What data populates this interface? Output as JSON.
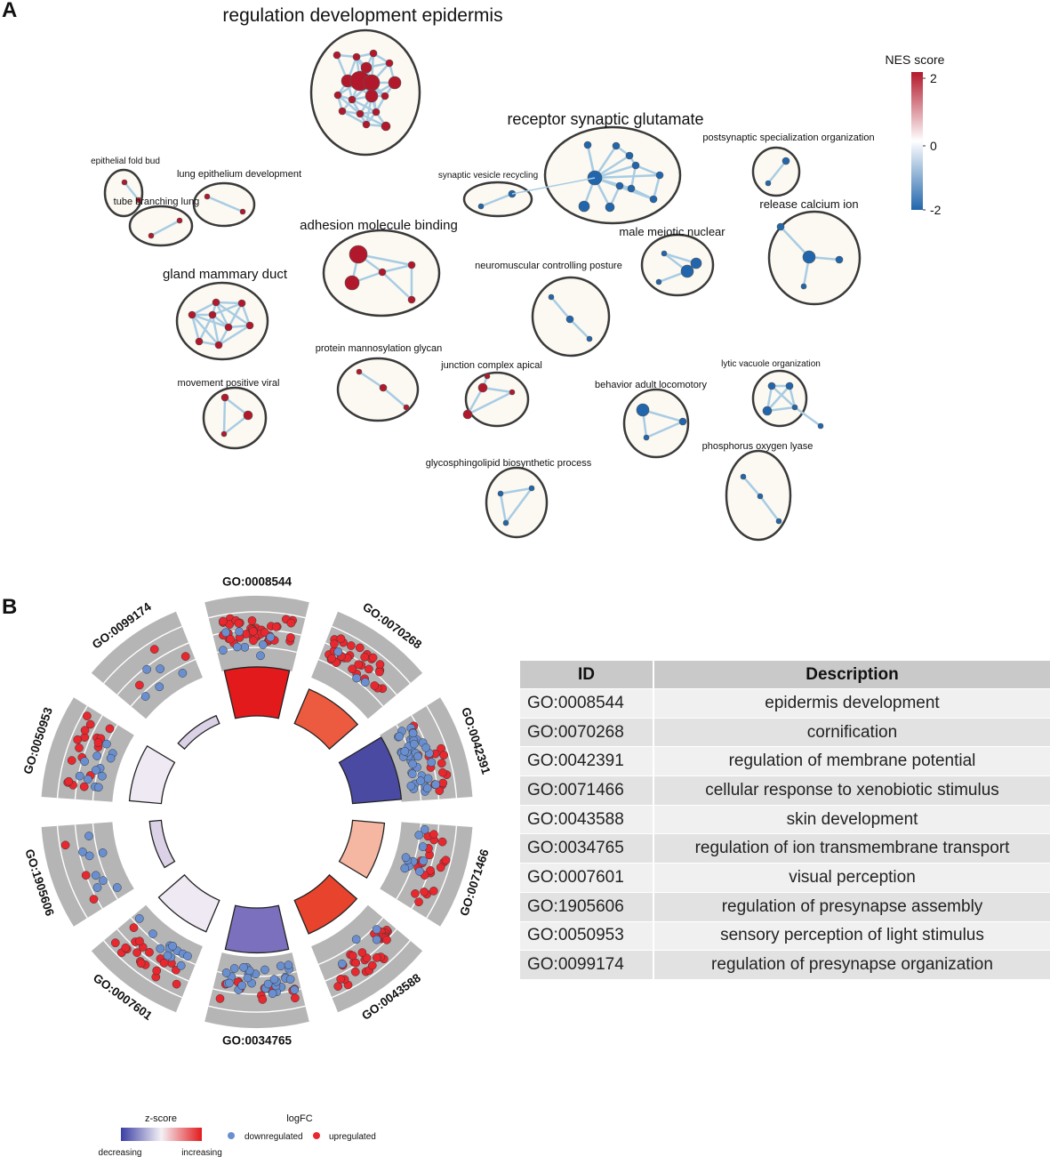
{
  "panel_a": {
    "letter": "A",
    "legend": {
      "title": "NES score",
      "ticks": [
        "2",
        "0",
        "-2"
      ],
      "colors": {
        "high": "#b2182b",
        "mid": "#ffffff",
        "low": "#2166ac"
      }
    },
    "clusters": [
      {
        "label": "regulation development epidermis",
        "kind": "up",
        "size": "large"
      },
      {
        "label": "receptor synaptic glutamate",
        "kind": "down",
        "size": "large"
      },
      {
        "label": "postsynaptic specialization organization",
        "kind": "down",
        "size": "tiny"
      },
      {
        "label": "epithelial fold bud",
        "kind": "up",
        "size": "tiny"
      },
      {
        "label": "lung epithelium development",
        "kind": "up",
        "size": "tiny"
      },
      {
        "label": "tube branching lung",
        "kind": "up",
        "size": "tiny"
      },
      {
        "label": "synaptic vesicle recycling",
        "kind": "down",
        "size": "tiny"
      },
      {
        "label": "release calcium ion",
        "kind": "down",
        "size": "small"
      },
      {
        "label": "adhesion molecule binding",
        "kind": "up",
        "size": "medium"
      },
      {
        "label": "male meiotic nuclear",
        "kind": "down",
        "size": "small"
      },
      {
        "label": "neuromuscular controlling posture",
        "kind": "down",
        "size": "tiny"
      },
      {
        "label": "gland mammary duct",
        "kind": "up",
        "size": "medium"
      },
      {
        "label": "protein mannosylation glycan",
        "kind": "up",
        "size": "tiny"
      },
      {
        "label": "junction complex apical",
        "kind": "up",
        "size": "tiny"
      },
      {
        "label": "lytic vacuole organization",
        "kind": "down",
        "size": "tiny"
      },
      {
        "label": "behavior adult locomotory",
        "kind": "down",
        "size": "small"
      },
      {
        "label": "movement positive viral",
        "kind": "up",
        "size": "tiny"
      },
      {
        "label": "phosphorus oxygen lyase",
        "kind": "down",
        "size": "tiny"
      },
      {
        "label": "glycosphingolipid biosynthetic process",
        "kind": "down",
        "size": "tiny"
      }
    ]
  },
  "panel_b": {
    "letter": "B",
    "table": {
      "headers": [
        "ID",
        "Description"
      ],
      "rows": [
        [
          "GO:0008544",
          "epidermis development"
        ],
        [
          "GO:0070268",
          "cornification"
        ],
        [
          "GO:0042391",
          "regulation of membrane potential"
        ],
        [
          "GO:0071466",
          "cellular response to xenobiotic stimulus"
        ],
        [
          "GO:0043588",
          "skin development"
        ],
        [
          "GO:0034765",
          "regulation of ion transmembrane transport"
        ],
        [
          "GO:0007601",
          "visual perception"
        ],
        [
          "GO:1905606",
          "regulation of presynapse assembly"
        ],
        [
          "GO:0050953",
          "sensory perception of light stimulus"
        ],
        [
          "GO:0099174",
          "regulation of presynapse organization"
        ]
      ]
    },
    "goplot_segments": [
      {
        "id": "GO:0008544",
        "zscore_color": "#e31a1c",
        "up": 40,
        "down": 8
      },
      {
        "id": "GO:0070268",
        "zscore_color": "#ec5a3f",
        "up": 32,
        "down": 3
      },
      {
        "id": "GO:0042391",
        "zscore_color": "#4b4aa3",
        "up": 14,
        "down": 40
      },
      {
        "id": "GO:0071466",
        "zscore_color": "#f5b6a2",
        "up": 20,
        "down": 10
      },
      {
        "id": "GO:0043588",
        "zscore_color": "#e8432d",
        "up": 30,
        "down": 4
      },
      {
        "id": "GO:0034765",
        "zscore_color": "#7b70bd",
        "up": 12,
        "down": 30
      },
      {
        "id": "GO:0007601",
        "zscore_color": "#efe9f3",
        "up": 20,
        "down": 12
      },
      {
        "id": "GO:1905606",
        "zscore_color": "#dcd2e7",
        "up": 3,
        "down": 8
      },
      {
        "id": "GO:0050953",
        "zscore_color": "#efe9f3",
        "up": 18,
        "down": 12
      },
      {
        "id": "GO:0099174",
        "zscore_color": "#dcd2e7",
        "up": 3,
        "down": 5
      }
    ],
    "legend": {
      "zscore_title": "z-score",
      "zscore_low": "decreasing",
      "zscore_high": "increasing",
      "logfc_title": "logFC",
      "down_label": "downregulated",
      "up_label": "upregulated",
      "down_color": "#6a8fd0",
      "up_color": "#e8272e"
    }
  }
}
